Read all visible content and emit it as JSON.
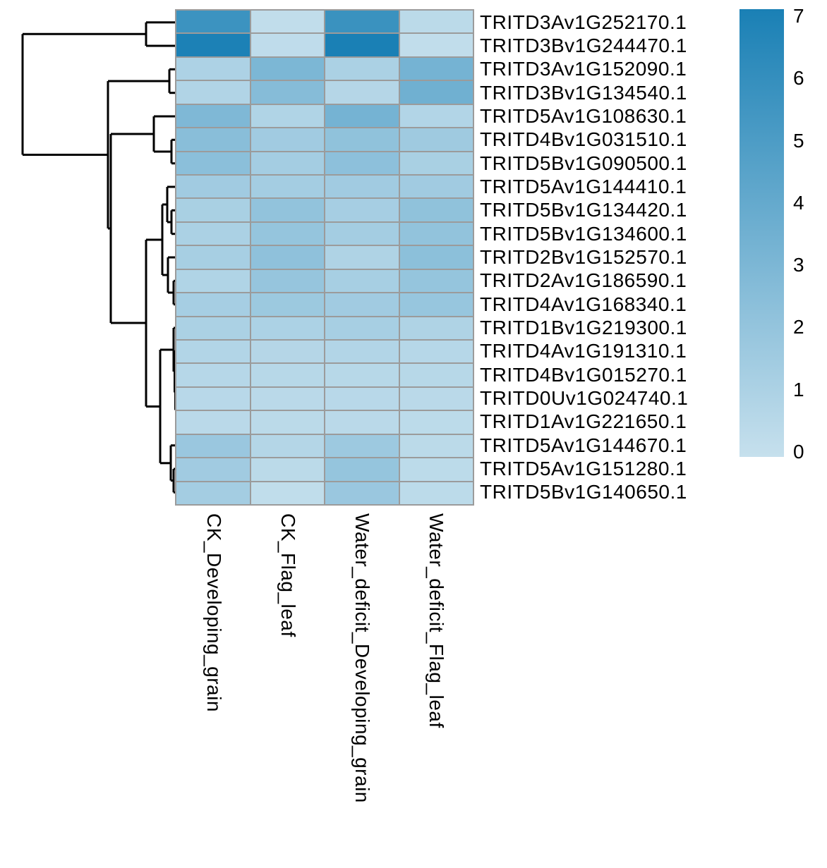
{
  "chart_data": {
    "type": "heatmap",
    "title": "",
    "columns": [
      "CK_Developing_grain",
      "CK_Flag_leaf",
      "Water_deficit_Developing_grain",
      "Water_deficit_Flag_leaf"
    ],
    "rows": [
      "TRITD3Av1G252170.1",
      "TRITD3Bv1G244470.1",
      "TRITD3Av1G152090.1",
      "TRITD3Bv1G134540.1",
      "TRITD5Av1G108630.1",
      "TRITD4Bv1G031510.1",
      "TRITD5Bv1G090500.1",
      "TRITD5Av1G144410.1",
      "TRITD5Bv1G134420.1",
      "TRITD5Bv1G134600.1",
      "TRITD2Bv1G152570.1",
      "TRITD2Av1G186590.1",
      "TRITD4Av1G168340.1",
      "TRITD1Bv1G219300.1",
      "TRITD4Av1G191310.1",
      "TRITD4Bv1G015270.1",
      "TRITD0Uv1G024740.1",
      "TRITD1Av1G221650.1",
      "TRITD5Av1G144670.1",
      "TRITD5Av1G151280.1",
      "TRITD5Bv1G140650.1"
    ],
    "values": [
      [
        5.6,
        0.2,
        5.7,
        0.45
      ],
      [
        6.9,
        0.3,
        7.0,
        0.2
      ],
      [
        1.0,
        3.0,
        1.1,
        3.3
      ],
      [
        0.85,
        2.6,
        0.7,
        3.5
      ],
      [
        2.9,
        0.9,
        3.3,
        0.8
      ],
      [
        2.5,
        1.5,
        2.2,
        1.6
      ],
      [
        2.4,
        1.4,
        2.3,
        1.2
      ],
      [
        1.5,
        1.4,
        1.5,
        1.5
      ],
      [
        1.2,
        2.1,
        1.3,
        2.2
      ],
      [
        1.1,
        2.0,
        1.4,
        2.1
      ],
      [
        1.25,
        2.25,
        0.95,
        2.35
      ],
      [
        0.9,
        1.95,
        1.25,
        2.0
      ],
      [
        1.3,
        1.7,
        1.5,
        1.9
      ],
      [
        1.1,
        1.05,
        1.25,
        0.95
      ],
      [
        0.8,
        0.7,
        0.8,
        0.65
      ],
      [
        0.65,
        0.6,
        0.6,
        0.6
      ],
      [
        0.55,
        0.5,
        0.55,
        0.5
      ],
      [
        0.5,
        0.45,
        0.5,
        0.4
      ],
      [
        1.8,
        0.75,
        1.65,
        0.45
      ],
      [
        1.5,
        0.45,
        2.0,
        0.4
      ],
      [
        1.4,
        0.25,
        1.8,
        0.4
      ]
    ],
    "colorscale": {
      "vmin": 0,
      "vmax": 7,
      "color_low": "#c6e0ed",
      "color_high": "#1a80b5"
    },
    "legend": {
      "position": "right",
      "ticks": [
        7,
        6,
        5,
        4,
        3,
        2,
        1,
        0
      ]
    },
    "grid_color": "#9b9b9b",
    "dendrogram_color": "#000000",
    "row_dendrogram": {
      "segments": [
        [
          32,
          48.3,
          32,
          219.5
        ],
        [
          207,
          31.7,
          207,
          65
        ],
        [
          153,
          115,
          153,
          324
        ],
        [
          240,
          98.3,
          240,
          131.7
        ],
        [
          157,
          190,
          157,
          458
        ],
        [
          218,
          165,
          218,
          215
        ],
        [
          243,
          198.3,
          243,
          231.7
        ],
        [
          207,
          340,
          207,
          576.5
        ],
        [
          230,
          290,
          230,
          390
        ],
        [
          237,
          265,
          237,
          315
        ],
        [
          243,
          298.3,
          243,
          331.7
        ],
        [
          238,
          365,
          238,
          415
        ],
        [
          246,
          398.3,
          246,
          431.7
        ],
        [
          227,
          496,
          227,
          656.8
        ],
        [
          246,
          465,
          246,
          527
        ],
        [
          247.5,
          498.3,
          247.5,
          556.5
        ],
        [
          248.5,
          531.7,
          248.5,
          581.5
        ],
        [
          249.5,
          565,
          249.5,
          598.3
        ],
        [
          242,
          631.7,
          242,
          681.5
        ],
        [
          246,
          665,
          246,
          698.3
        ],
        [
          32,
          48.3,
          207,
          48.3
        ],
        [
          32,
          219.5,
          153,
          219.5
        ],
        [
          153,
          115,
          240,
          115
        ],
        [
          153,
          324,
          157,
          324
        ],
        [
          157,
          190,
          218,
          190
        ],
        [
          157,
          458,
          207,
          458
        ],
        [
          218,
          215,
          243,
          215
        ],
        [
          207,
          340,
          230,
          340
        ],
        [
          207,
          576.5,
          227,
          576.5
        ],
        [
          230,
          290,
          237,
          290
        ],
        [
          230,
          390,
          238,
          390
        ],
        [
          237,
          315,
          243,
          315
        ],
        [
          238,
          415,
          246,
          415
        ],
        [
          227,
          496,
          246,
          496
        ],
        [
          227,
          656.8,
          242,
          656.8
        ],
        [
          246,
          527,
          247.5,
          527
        ],
        [
          247.5,
          556.5,
          248.5,
          556.5
        ],
        [
          248.5,
          581.5,
          249.5,
          581.5
        ],
        [
          242,
          681.5,
          246,
          681.5
        ],
        [
          207,
          31.7,
          250,
          31.7
        ],
        [
          207,
          65,
          250,
          65
        ],
        [
          240,
          98.3,
          250,
          98.3
        ],
        [
          240,
          131.7,
          250,
          131.7
        ],
        [
          218,
          165,
          250,
          165
        ],
        [
          243,
          198.3,
          250,
          198.3
        ],
        [
          243,
          231.7,
          250,
          231.7
        ],
        [
          237,
          265,
          250,
          265
        ],
        [
          243,
          298.3,
          250,
          298.3
        ],
        [
          243,
          331.7,
          250,
          331.7
        ],
        [
          238,
          365,
          250,
          365
        ],
        [
          246,
          398.3,
          250,
          398.3
        ],
        [
          246,
          431.7,
          250,
          431.7
        ],
        [
          246,
          465,
          250,
          465
        ],
        [
          247.5,
          498.3,
          250,
          498.3
        ],
        [
          248.5,
          531.7,
          250,
          531.7
        ],
        [
          249.5,
          565,
          250,
          565
        ],
        [
          249.5,
          598.3,
          250,
          598.3
        ],
        [
          242,
          631.7,
          250,
          631.7
        ],
        [
          246,
          665,
          250,
          665
        ],
        [
          246,
          698.3,
          250,
          698.3
        ]
      ]
    }
  }
}
